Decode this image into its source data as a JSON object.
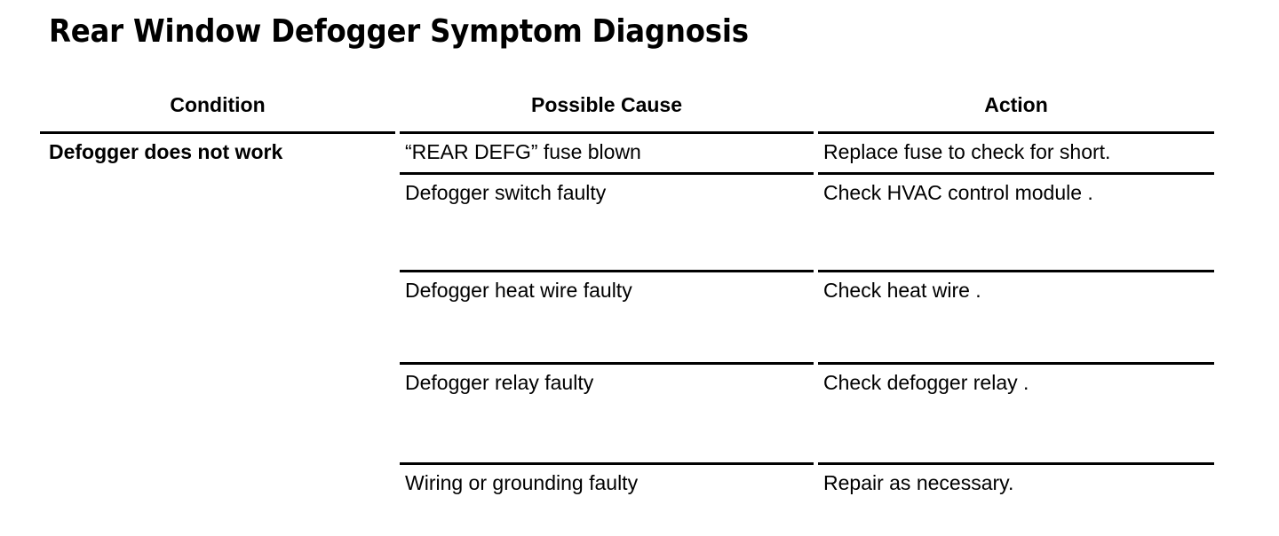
{
  "document": {
    "title": "Rear Window Defogger Symptom Diagnosis",
    "background_color": "#ffffff",
    "text_color": "#000000"
  },
  "table": {
    "columns": [
      {
        "key": "condition",
        "label": "Condition"
      },
      {
        "key": "possible_cause",
        "label": "Possible Cause"
      },
      {
        "key": "action",
        "label": "Action"
      }
    ],
    "rows": [
      {
        "condition": "Defogger does not work",
        "possible_cause": "“REAR DEFG” fuse blown",
        "action": "Replace fuse to check for short."
      },
      {
        "condition": "",
        "possible_cause": "Defogger switch faulty",
        "action": "Check HVAC control module ."
      },
      {
        "condition": "",
        "possible_cause": "Defogger heat wire faulty",
        "action": "Check heat wire ."
      },
      {
        "condition": "",
        "possible_cause": "Defogger relay faulty",
        "action": "Check defogger relay ."
      },
      {
        "condition": "",
        "possible_cause": "Wiring or grounding faulty",
        "action": "Repair as necessary."
      }
    ]
  }
}
